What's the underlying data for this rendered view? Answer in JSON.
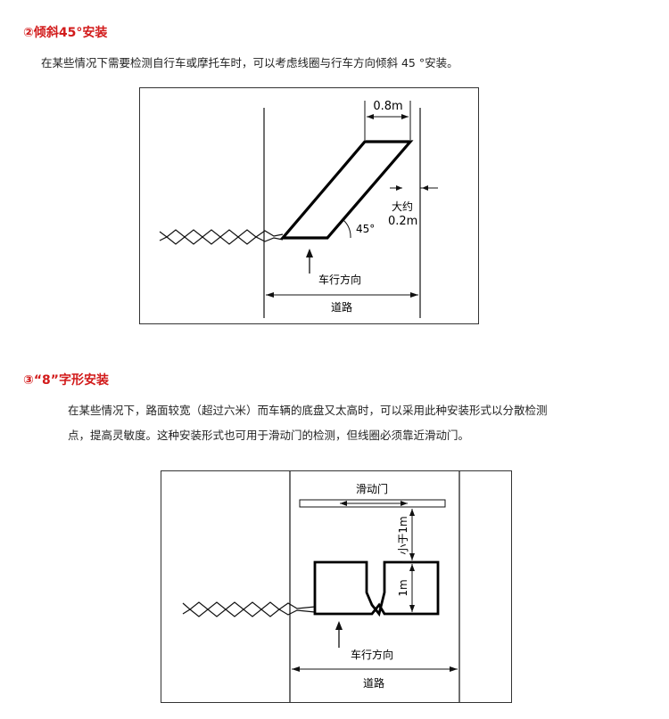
{
  "section1": {
    "heading": "②倾斜45°安装",
    "text": "在某些情况下需要检测自行车或摩托车时，可以考虑线圈与行车方向倾斜 45 °安装。",
    "diagram": {
      "width_label": "0.8m",
      "gap_label_1": "大约",
      "gap_label_2": "0.2m",
      "angle_label": "45°",
      "direction_label": "车行方向",
      "road_label": "道路"
    }
  },
  "section2": {
    "heading": "③“8”字形安装",
    "text_line1": "在某些情况下，路面较宽（超过六米）而车辆的底盘又太高时，可以采用此种安装形式以分散检测",
    "text_line2": "点，提高灵敏度。这种安装形式也可用于滑动门的检测，但线圈必须靠近滑动门。",
    "diagram": {
      "gate_label": "滑动门",
      "distance_label": "小于1m",
      "height_label": "1m",
      "direction_label": "车行方向",
      "road_label": "道路"
    }
  }
}
